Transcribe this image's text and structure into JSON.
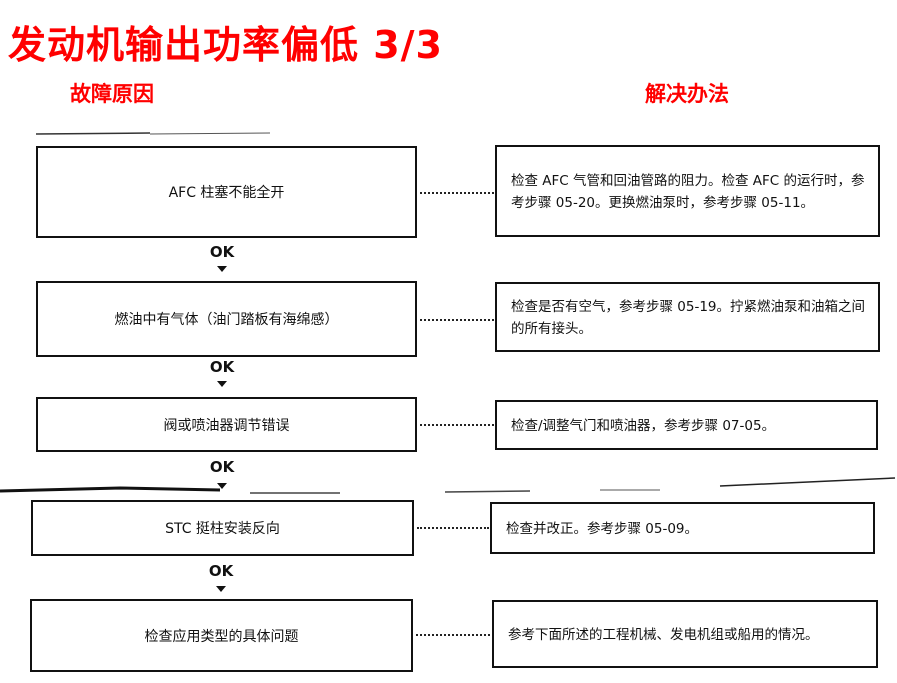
{
  "title": "发动机输出功率偏低 3/3",
  "headers": {
    "cause": "故障原因",
    "solution": "解决办法"
  },
  "connector_label": "OK",
  "rows": [
    {
      "cause": "AFC 柱塞不能全开",
      "solution": "检查 AFC 气管和回油管路的阻力。检查 AFC 的运行时，参考步骤 05-20。更换燃油泵时，参考步骤 05-11。"
    },
    {
      "cause": "燃油中有气体（油门踏板有海绵感）",
      "solution": "检查是否有空气，参考步骤 05-19。拧紧燃油泵和油箱之间的所有接头。"
    },
    {
      "cause": "阀或喷油器调节错误",
      "solution": "检查/调整气门和喷油器，参考步骤 07-05。"
    },
    {
      "cause": "STC 挺柱安装反向",
      "solution": "检查并改正。参考步骤 05-09。"
    },
    {
      "cause": "检查应用类型的具体问题",
      "solution": "参考下面所述的工程机械、发电机组或船用的情况。"
    }
  ]
}
